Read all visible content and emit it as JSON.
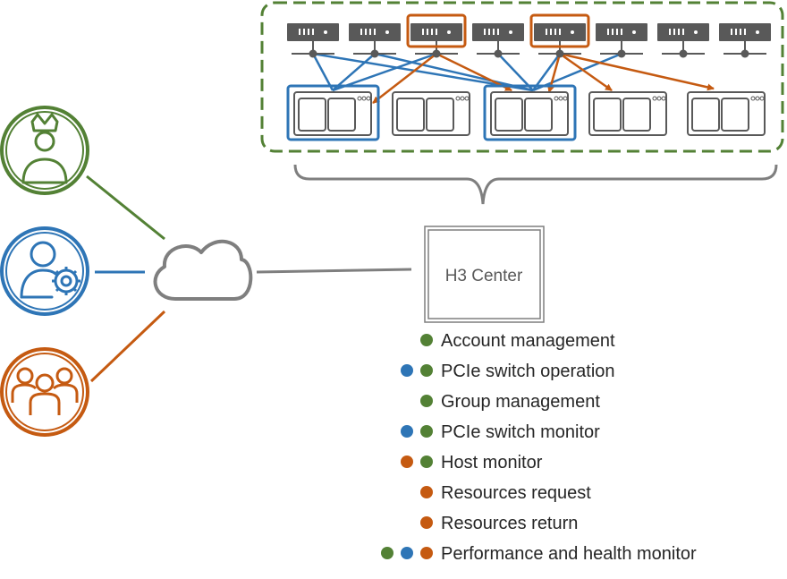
{
  "colors": {
    "admin": "#538135",
    "operator": "#2E75B6",
    "user": "#C55A11",
    "server": "#595959",
    "frame": "#7F7F7F"
  },
  "center": {
    "label": "H3 Center"
  },
  "roles": [
    {
      "key": "admin",
      "icon": "crown-user-icon"
    },
    {
      "key": "operator",
      "icon": "user-gear-icon"
    },
    {
      "key": "user",
      "icon": "user-group-icon"
    }
  ],
  "features": [
    {
      "label": "Account management",
      "roles": [
        "admin"
      ]
    },
    {
      "label": "PCIe switch operation",
      "roles": [
        "operator",
        "admin"
      ]
    },
    {
      "label": "Group management",
      "roles": [
        "admin"
      ]
    },
    {
      "label": "PCIe switch monitor",
      "roles": [
        "operator",
        "admin"
      ]
    },
    {
      "label": "Host monitor",
      "roles": [
        "user",
        "admin"
      ]
    },
    {
      "label": "Resources request",
      "roles": [
        "user"
      ]
    },
    {
      "label": "Resources return",
      "roles": [
        "user"
      ]
    },
    {
      "label": "Performance and health monitor",
      "roles": [
        "admin",
        "operator",
        "user"
      ]
    }
  ]
}
